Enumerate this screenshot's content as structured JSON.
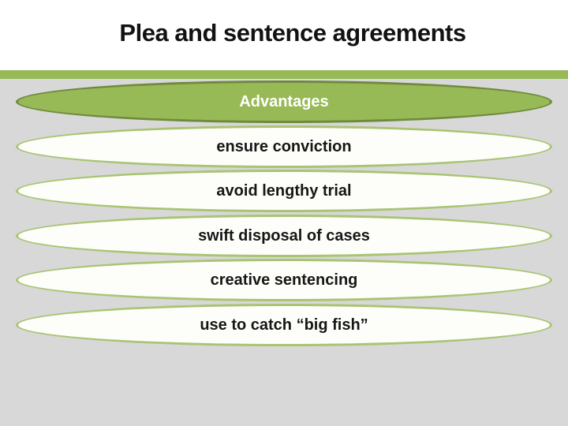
{
  "slide": {
    "title": "Plea and sentence agreements",
    "header_ellipse": {
      "label": "Advantages"
    },
    "items": [
      {
        "label": "ensure conviction"
      },
      {
        "label": "avoid lengthy trial"
      },
      {
        "label": "swift disposal of cases"
      },
      {
        "label": "creative sentencing"
      },
      {
        "label": "use to catch “big fish”"
      }
    ],
    "colors": {
      "accent_green": "#97BA56",
      "dark_green_border": "#6E8B3D",
      "light_green_border": "#A9C473",
      "content_background": "#D8D8D8",
      "title_color": "#121212",
      "header_text": "#FFFFFF",
      "item_text": "#161616"
    }
  }
}
